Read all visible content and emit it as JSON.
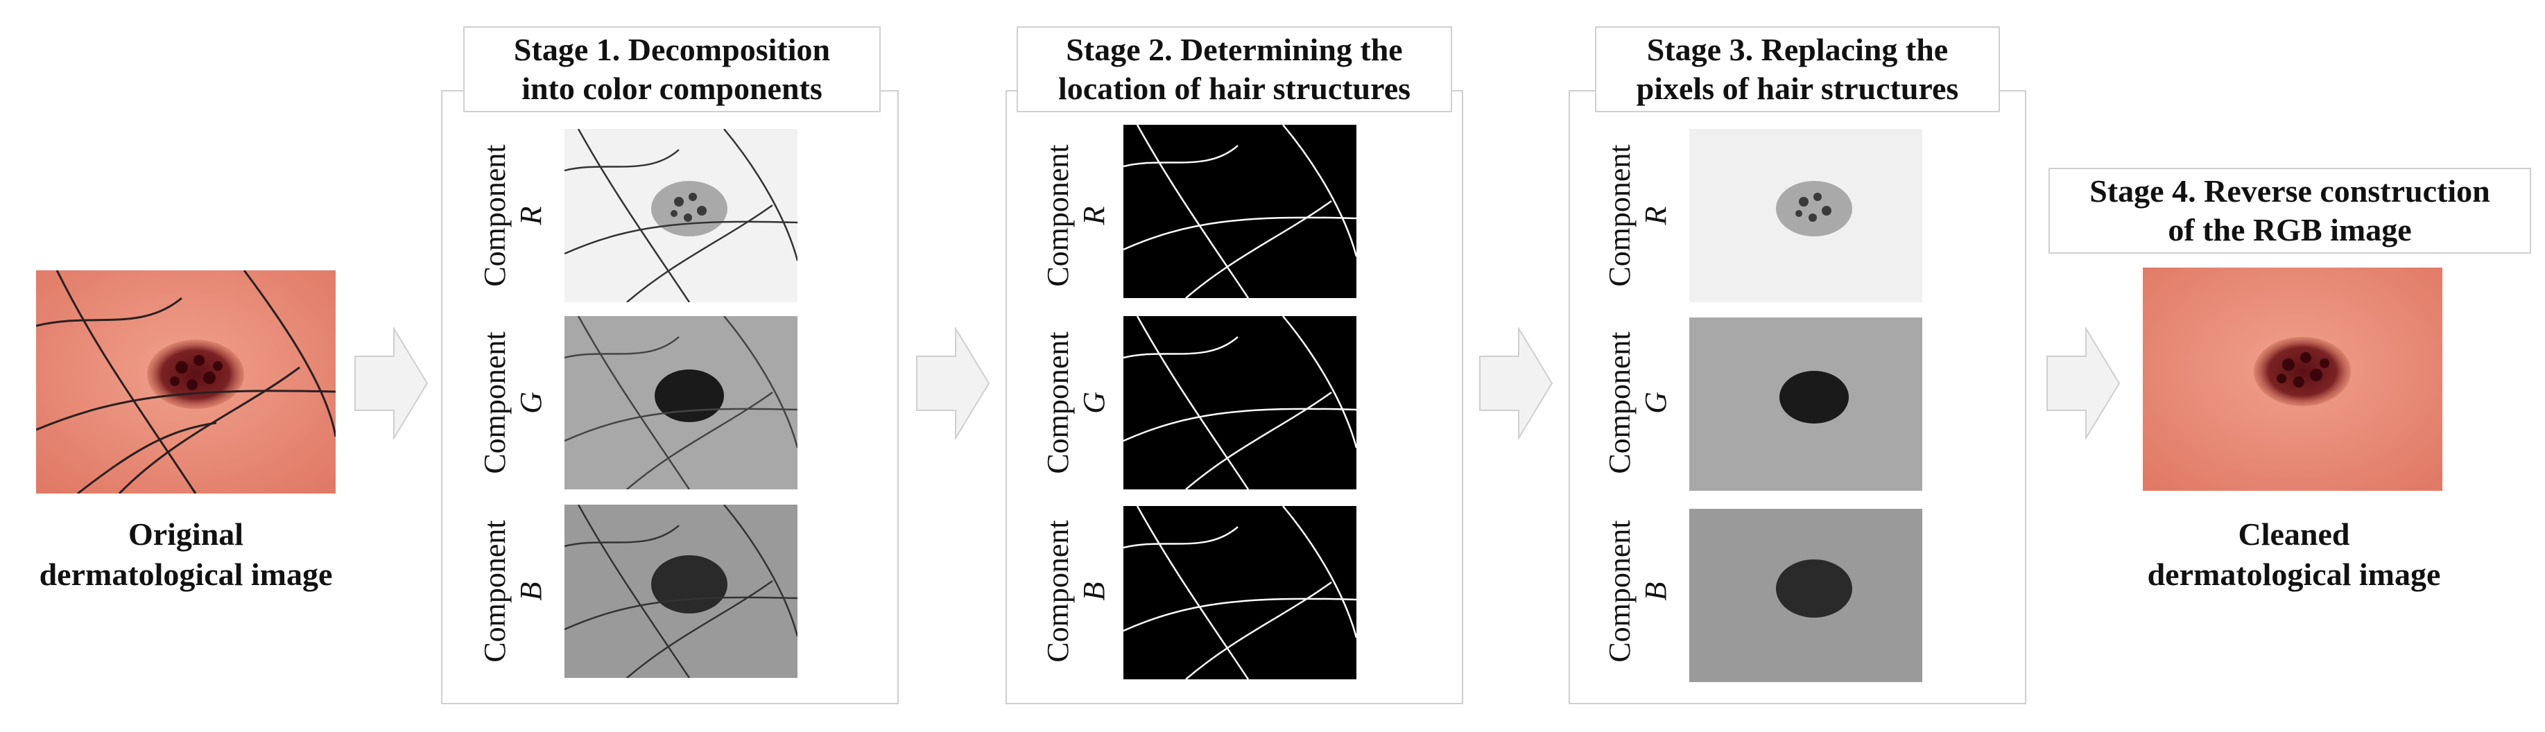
{
  "original": {
    "caption_line1": "Original",
    "caption_line2": "dermatological image"
  },
  "stage1": {
    "title_line1": "Stage 1. Decomposition",
    "title_line2": "into color components"
  },
  "stage2": {
    "title_line1": "Stage 2. Determining the",
    "title_line2": "location of hair structures"
  },
  "stage3": {
    "title_line1": "Stage 3. Replacing the",
    "title_line2": "pixels of hair structures"
  },
  "stage4": {
    "title_line1": "Stage 4. Reverse construction",
    "title_line2": "of the RGB image"
  },
  "cleaned": {
    "caption_line1": "Cleaned",
    "caption_line2": "dermatological image"
  },
  "components": [
    {
      "word": "Component",
      "channel": "R"
    },
    {
      "word": "Component",
      "channel": "G"
    },
    {
      "word": "Component",
      "channel": "B"
    }
  ],
  "colors": {
    "skin": "#e8806e",
    "lesion": "#6a1a1e",
    "border": "#cfcfcf",
    "arrow_fill": "#f2f2f2"
  }
}
